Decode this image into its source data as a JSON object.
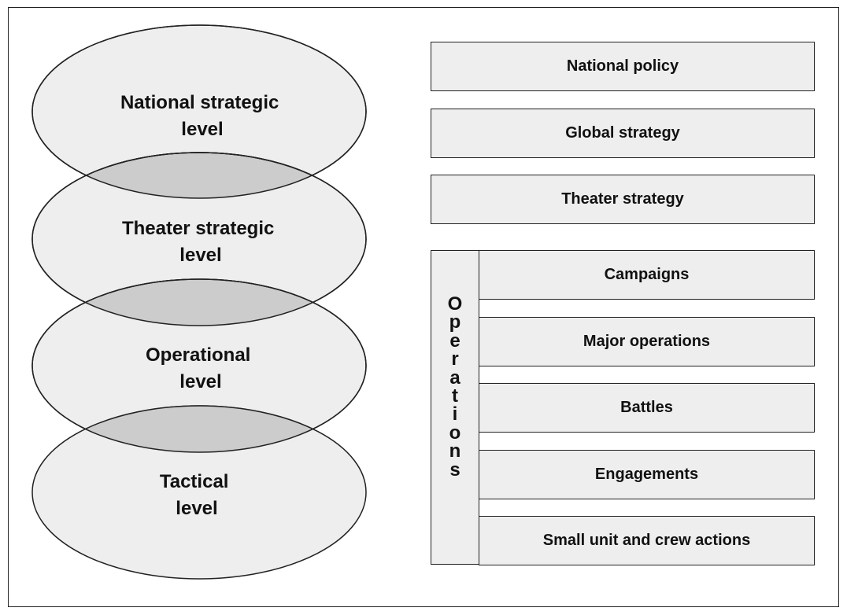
{
  "levels": [
    {
      "line1": "National strategic",
      "line2": "level"
    },
    {
      "line1": "Theater strategic",
      "line2": "level"
    },
    {
      "line1": "Operational",
      "line2": "level"
    },
    {
      "line1": "Tactical",
      "line2": "level"
    }
  ],
  "strategy_boxes": [
    {
      "label": "National policy"
    },
    {
      "label": "Global strategy"
    },
    {
      "label": "Theater strategy"
    }
  ],
  "operations": {
    "vertical_label": "Operations",
    "items": [
      {
        "label": "Campaigns"
      },
      {
        "label": "Major operations"
      },
      {
        "label": "Battles"
      },
      {
        "label": "Engagements"
      },
      {
        "label": "Small unit and crew actions"
      }
    ]
  },
  "colors": {
    "ellipse_fill": "#eeeeee",
    "overlap_fill": "#cccccc",
    "box_fill": "#eeeeee",
    "stroke": "#222222"
  }
}
